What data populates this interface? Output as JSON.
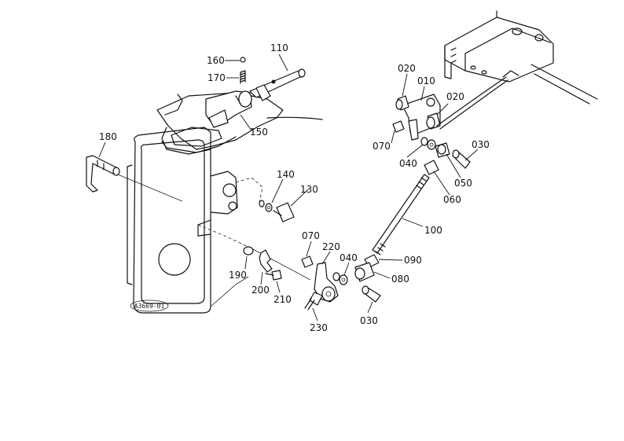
{
  "reference_code": "A3669-01",
  "callouts": [
    {
      "id": "160",
      "text": "160"
    },
    {
      "id": "110",
      "text": "110"
    },
    {
      "id": "170",
      "text": "170"
    },
    {
      "id": "150",
      "text": "150"
    },
    {
      "id": "180",
      "text": "180"
    },
    {
      "id": "140",
      "text": "140"
    },
    {
      "id": "130",
      "text": "130"
    },
    {
      "id": "190",
      "text": "190"
    },
    {
      "id": "200",
      "text": "200"
    },
    {
      "id": "210",
      "text": "210"
    },
    {
      "id": "230",
      "text": "230"
    },
    {
      "id": "070a",
      "text": "070"
    },
    {
      "id": "220",
      "text": "220"
    },
    {
      "id": "040a",
      "text": "040"
    },
    {
      "id": "090",
      "text": "090"
    },
    {
      "id": "080",
      "text": "080"
    },
    {
      "id": "030a",
      "text": "030"
    },
    {
      "id": "100",
      "text": "100"
    },
    {
      "id": "020a",
      "text": "020"
    },
    {
      "id": "010",
      "text": "010"
    },
    {
      "id": "020b",
      "text": "020"
    },
    {
      "id": "070b",
      "text": "070"
    },
    {
      "id": "040b",
      "text": "040"
    },
    {
      "id": "030b",
      "text": "030"
    },
    {
      "id": "050",
      "text": "050"
    },
    {
      "id": "060",
      "text": "060"
    }
  ]
}
